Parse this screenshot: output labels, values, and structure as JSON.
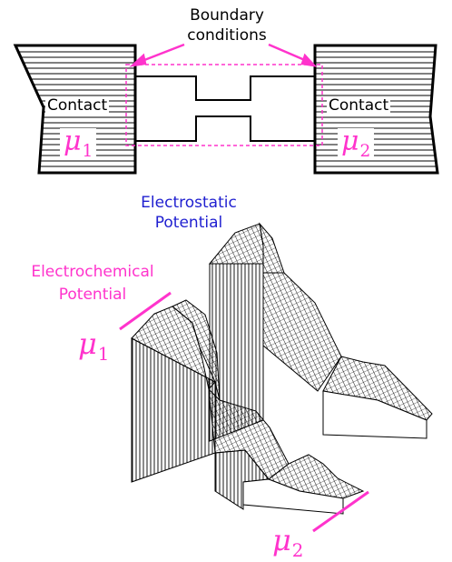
{
  "top_diagram": {
    "boundary_label_line1": "Boundary",
    "boundary_label_line2": "conditions",
    "left_contact": {
      "label": "Contact",
      "potential_symbol": "μ",
      "potential_subscript": "1"
    },
    "right_contact": {
      "label": "Contact",
      "potential_symbol": "μ",
      "potential_subscript": "2"
    }
  },
  "bottom_diagram": {
    "electrostatic_line1": "Electrostatic",
    "electrostatic_line2": "Potential",
    "electrochemical_line1": "Electrochemical",
    "electrochemical_line2": "Potential",
    "mu_left": {
      "symbol": "μ",
      "subscript": "1"
    },
    "mu_right": {
      "symbol": "μ",
      "subscript": "2"
    }
  },
  "colors": {
    "electrostatic_label": "#1f1fd0",
    "electrochemical_label": "#ff33cc",
    "boundary_dashed": "#ff33cc",
    "ink": "#000000"
  }
}
